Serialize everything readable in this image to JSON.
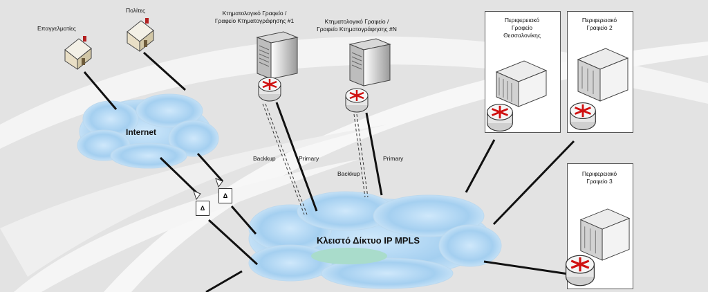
{
  "diagram": {
    "clients": {
      "professionals": "Επαγγελματίες",
      "citizens": "Πολίτες"
    },
    "cadastre_office_1": {
      "line1": "Κτηματολογικό Γραφείο /",
      "line2": "Γραφείο Κτηματογράφησης #1"
    },
    "cadastre_office_n": {
      "line1": "Κτηματολογικό Γραφείο /",
      "line2": "Γραφείο Κτηματογράφησης #N"
    },
    "regional_thessaloniki": {
      "line1": "Περιφερειακό",
      "line2": "Γραφείο",
      "line3": "Θεσσαλονίκης"
    },
    "regional_2": {
      "line1": "Περιφερειακό",
      "line2": "Γραφείο 2"
    },
    "regional_3": {
      "line1": "Περιφερειακό",
      "line2": "Γραφείο 3"
    },
    "internet_label": "Internet",
    "mpls_label": "Κλειστό Δίκτυο IP MPLS",
    "links": {
      "backup_1": "Backkup",
      "primary_1": "Primary",
      "backup_n": "Backkup",
      "primary_n": "Primary"
    },
    "delta_a": "Δ",
    "delta_b": "Δ"
  },
  "colors": {
    "background": "#e3e3e3",
    "cloud": "#a9d3f0",
    "router": "#d01010",
    "line": "#111111"
  },
  "icons": [
    "house-icon",
    "server-icon",
    "router-icon",
    "cloud-icon",
    "building-icon"
  ]
}
